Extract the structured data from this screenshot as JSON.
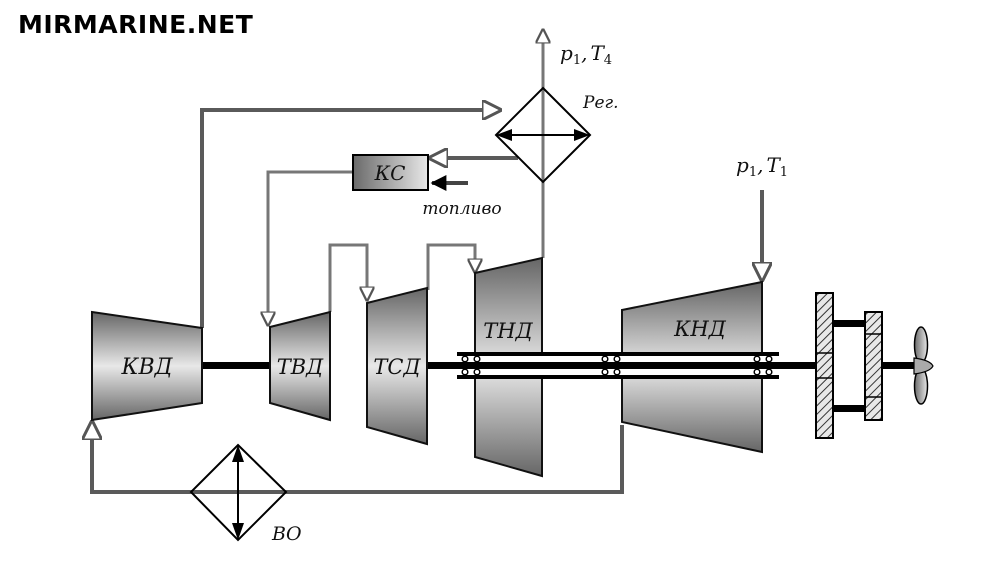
{
  "watermark": "MIRMARINE.NET",
  "components": {
    "kvd": "КВД",
    "tvd": "ТВД",
    "tsd": "ТСД",
    "tnd": "ТНД",
    "knd": "КНД",
    "ks": "КС",
    "reg": "Рег.",
    "vo": "ВО"
  },
  "flows": {
    "exhaust": {
      "p": "p",
      "p_sub": "1",
      "sep": ",",
      "t": "T",
      "t_sub": "4"
    },
    "inlet": {
      "p": "p",
      "p_sub": "1",
      "sep": ",",
      "t": "T",
      "t_sub": "1"
    },
    "fuel": "топливо"
  },
  "colors": {
    "pipe": "#5a5a5a",
    "shaft": "#000000",
    "outline": "#111111",
    "body_dark": "#6e6e6e",
    "body_light": "#e6e6e6"
  }
}
